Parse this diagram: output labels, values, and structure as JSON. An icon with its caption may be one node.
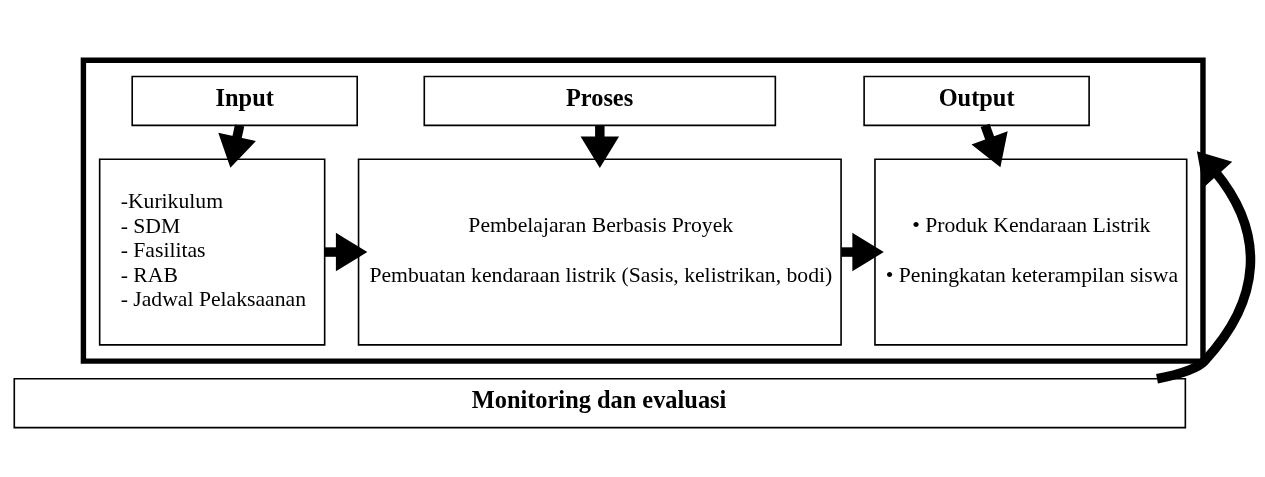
{
  "diagram": {
    "nodes": [
      {
        "text": [],
        "shape": "box"
      },
      {
        "text": [
          "Input"
        ],
        "in": 0
      },
      {
        "text": [
          "Proses"
        ],
        "in": 0
      },
      {
        "text": [
          "Output"
        ],
        "in": 0
      },
      {
        "text": [
          "-Kurikulum",
          "- SDM",
          "- Fasilitas",
          "- RAB",
          "- Jadwal Pelaksaanan"
        ],
        "in": 0
      },
      {
        "text": [
          "Pembelajaran Berbasis Proyek",
          "Pembuatan kendaraan listrik (Sasis, kelistrikan, bodi)"
        ],
        "in": 0
      },
      {
        "text": [
          "• Produk Kendaraan Listrik",
          "• Peningkatan keterampilan siswa"
        ],
        "in": 0
      },
      {
        "text": [
          "Monitoring dan evaluasi"
        ]
      }
    ],
    "edges": [
      {
        "from": 1,
        "to": 4,
        "arrow": "to"
      },
      {
        "from": 2,
        "to": 5,
        "arrow": "to"
      },
      {
        "from": 3,
        "to": 6,
        "arrow": "to"
      },
      {
        "from": 4,
        "to": 5,
        "arrow": "to"
      },
      {
        "from": 5,
        "to": 6,
        "arrow": "to"
      },
      {
        "from": 7,
        "to": 0,
        "arrow": "to"
      }
    ]
  }
}
